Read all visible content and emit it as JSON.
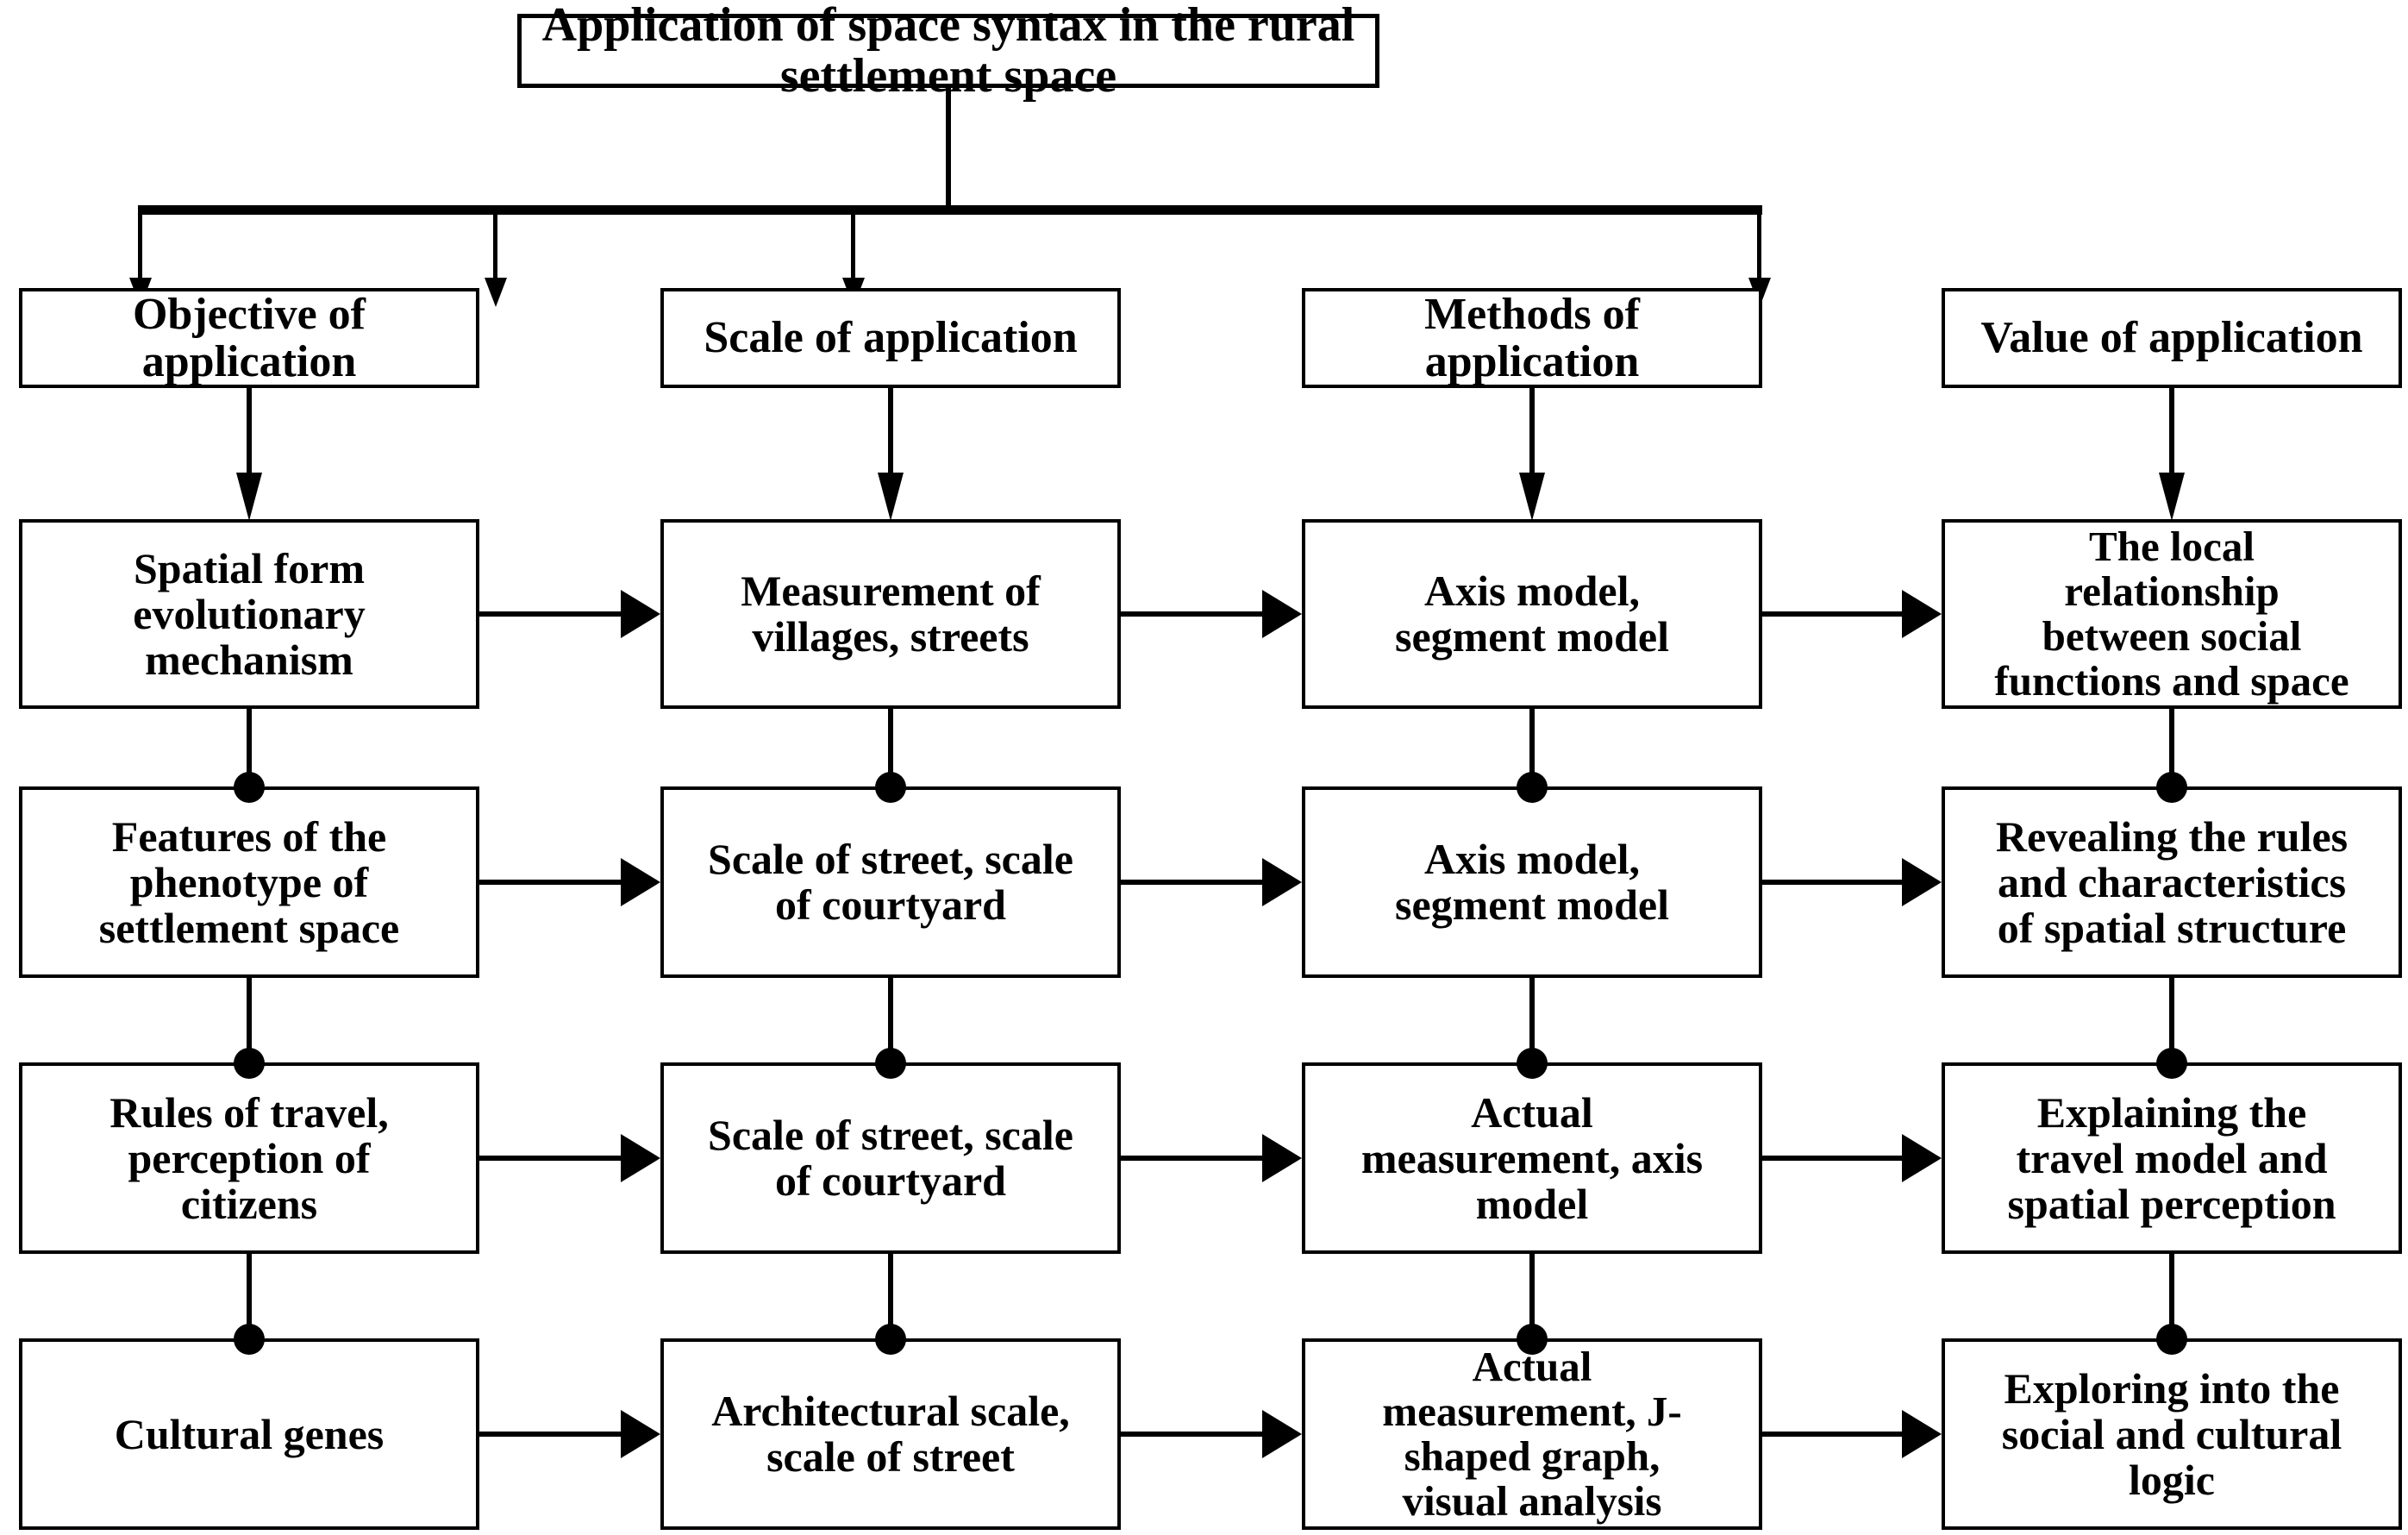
{
  "diagram": {
    "title_box": {
      "text": "Application of space syntax in the rural settlement space"
    },
    "columns": [
      {
        "id": "objective",
        "header": "Objective of\napplication"
      },
      {
        "id": "scale",
        "header": "Scale of application"
      },
      {
        "id": "methods",
        "header": "Methods of\napplication"
      },
      {
        "id": "value",
        "header": "Value of application"
      }
    ],
    "rows": [
      {
        "id": "row-1",
        "cells": [
          "Spatial form\nevolutionary\nmechanism",
          "Measurement of\nvillages, streets",
          "Axis model,\nsegment model",
          "The local\nrelationship\nbetween social\nfunctions and space"
        ]
      },
      {
        "id": "row-2",
        "cells": [
          "Features of the\nphenotype of\nsettlement space",
          "Scale of street, scale\nof courtyard",
          "Axis model,\nsegment model",
          "Revealing the rules\nand characteristics\nof spatial structure"
        ]
      },
      {
        "id": "row-3",
        "cells": [
          "Rules of travel,\nperception of\ncitizens",
          "Scale of street, scale\nof courtyard",
          "Actual\nmeasurement, axis\nmodel",
          "Explaining the\ntravel model and\nspatial perception"
        ]
      },
      {
        "id": "row-4",
        "cells": [
          "Cultural genes",
          "Architectural scale,\nscale of street",
          "Actual\nmeasurement, J-\nshaped graph,\nvisual analysis",
          "Exploring into the\nsocial and cultural\nlogic"
        ]
      }
    ],
    "colors": {
      "stroke": "#000000",
      "fill": "#ffffff",
      "text": "#000000"
    }
  }
}
